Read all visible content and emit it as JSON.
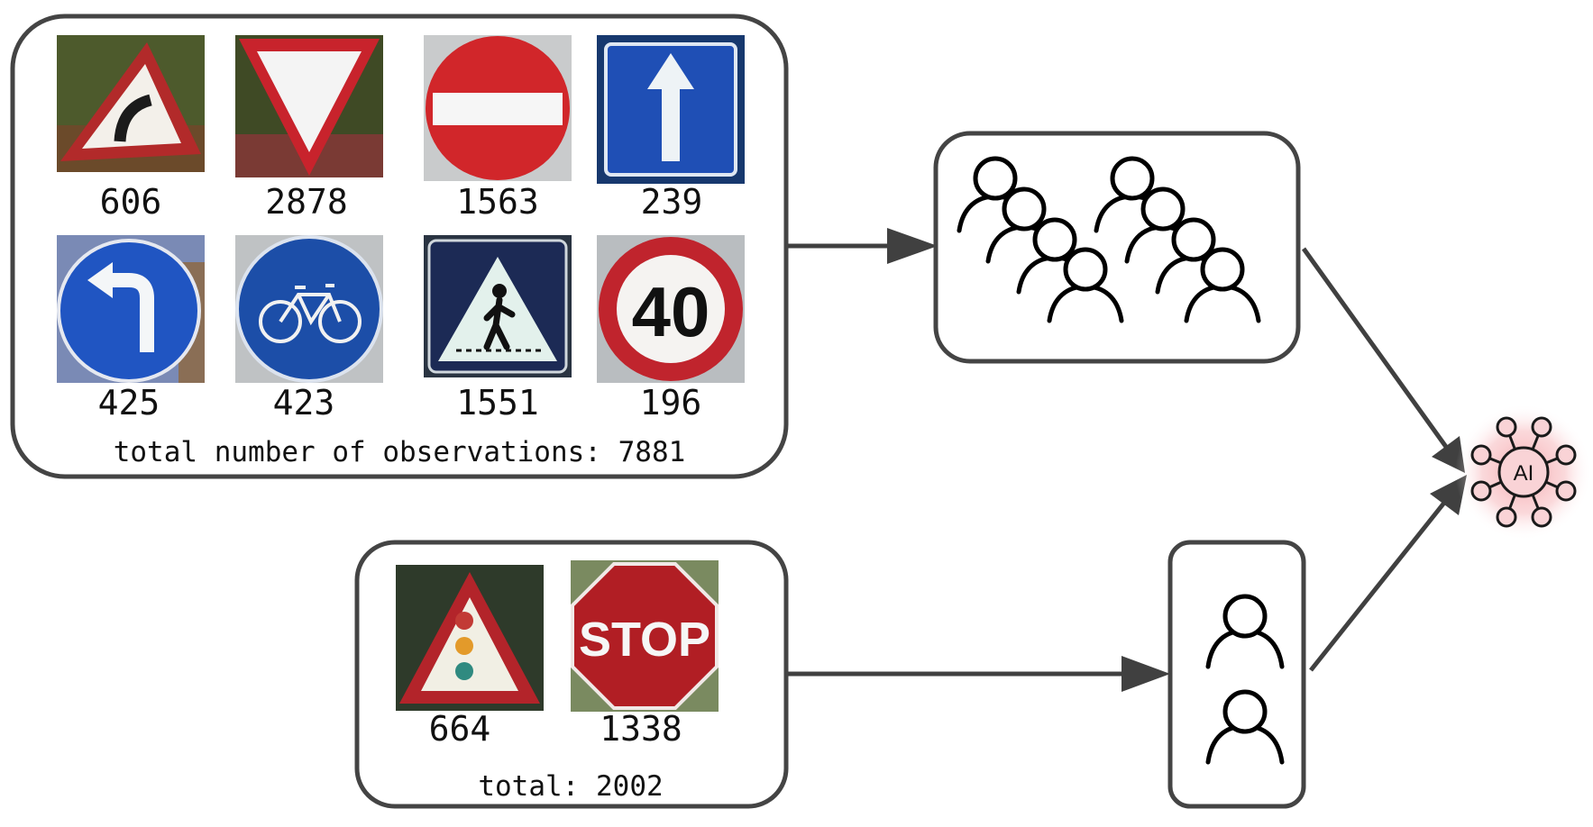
{
  "top_group": {
    "signs": [
      {
        "icon": "curve-right-warning-sign-icon",
        "count": "606"
      },
      {
        "icon": "yield-sign-icon",
        "count": "2878"
      },
      {
        "icon": "no-entry-sign-icon",
        "count": "1563"
      },
      {
        "icon": "one-way-sign-icon",
        "count": "239"
      },
      {
        "icon": "turn-left-sign-icon",
        "count": "425"
      },
      {
        "icon": "bicycle-path-sign-icon",
        "count": "423"
      },
      {
        "icon": "pedestrian-crossing-sign-icon",
        "count": "1551"
      },
      {
        "icon": "speed-limit-40-sign-icon",
        "count": "196"
      }
    ],
    "total_label": "total number of observations: 7881"
  },
  "bottom_group": {
    "signs": [
      {
        "icon": "traffic-light-warning-sign-icon",
        "count": "664"
      },
      {
        "icon": "stop-sign-icon",
        "count": "1338"
      }
    ],
    "total_label": "total: 2002"
  },
  "sign_text": {
    "speed_limit": "40",
    "stop": "STOP"
  },
  "ai_node": {
    "label": "AI",
    "color": "#e8606a"
  },
  "colors": {
    "outline": "#444444",
    "sign_red": "#c8232c",
    "sign_blue": "#1f4fb5",
    "navy": "#1c2a55"
  }
}
